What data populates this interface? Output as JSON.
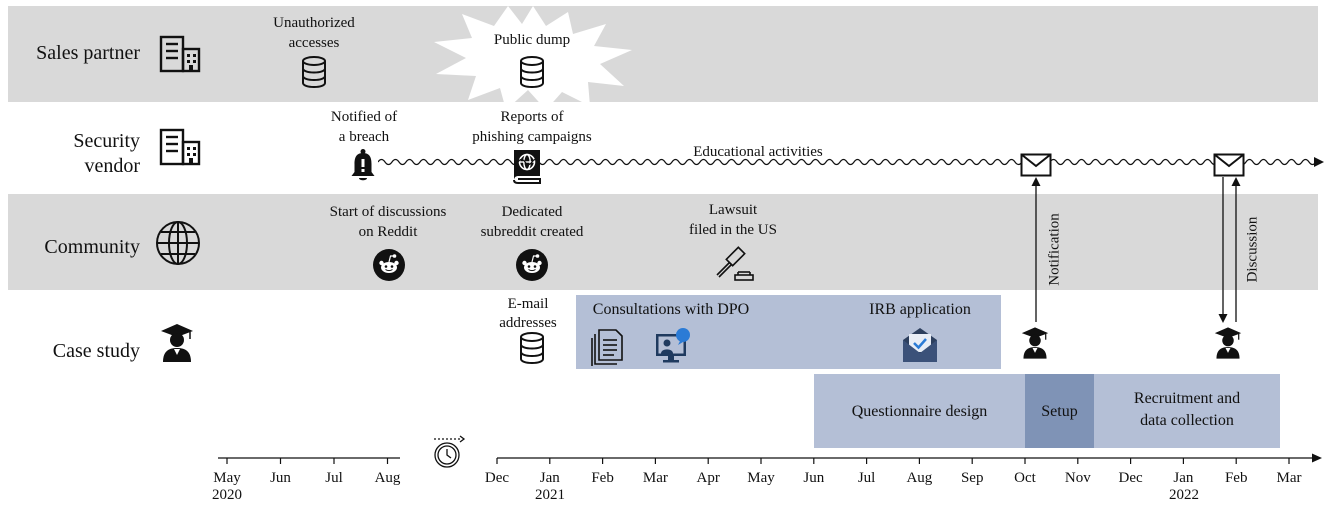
{
  "lanes": {
    "sales_partner": "Sales partner",
    "security_vendor_1": "Security",
    "security_vendor_2": "vendor",
    "community": "Community",
    "case_study": "Case study"
  },
  "events": {
    "unauthorized_1": "Unauthorized",
    "unauthorized_2": "accesses",
    "public_dump": "Public dump",
    "notified_1": "Notified of",
    "notified_2": "a breach",
    "phishing_1": "Reports of",
    "phishing_2": "phishing campaigns",
    "educational": "Educational activities",
    "reddit_start_1": "Start of discussions",
    "reddit_start_2": "on Reddit",
    "subreddit_1": "Dedicated",
    "subreddit_2": "subreddit created",
    "lawsuit_1": "Lawsuit",
    "lawsuit_2": "filed in the US",
    "email_1": "E-mail",
    "email_2": "addresses",
    "notification": "Notification",
    "discussion": "Discussion"
  },
  "phases": {
    "consultations": "Consultations with DPO",
    "irb": "IRB application",
    "questionnaire": "Questionnaire design",
    "setup": "Setup",
    "recruitment_1": "Recruitment and",
    "recruitment_2": "data collection"
  },
  "axis": {
    "months_left": [
      "May",
      "Jun",
      "Jul",
      "Aug"
    ],
    "months_right": [
      "Dec",
      "Jan",
      "Feb",
      "Mar",
      "Apr",
      "May",
      "Jun",
      "Jul",
      "Aug",
      "Sep",
      "Oct",
      "Nov",
      "Dec",
      "Jan",
      "Feb",
      "Mar"
    ],
    "year_2020": "2020",
    "year_2021": "2021",
    "year_2022": "2022"
  },
  "colors": {
    "lane_shade": "#d9d9d9",
    "phase_box": "#b4bfd6",
    "phase_box_dark": "#7f93b6",
    "icon_dark": "#1a1a1a"
  },
  "icons": {
    "building": "building-icon",
    "globe": "globe-icon",
    "graduate": "graduate-icon",
    "database": "database-icon",
    "bell": "bell-icon",
    "phishing_book": "phishing-book-icon",
    "reddit": "reddit-icon",
    "gavel": "gavel-icon",
    "document": "document-icon",
    "video_call": "video-call-icon",
    "envelope": "envelope-icon",
    "mail_check": "mail-check-icon",
    "clock_skip": "clock-skip-icon"
  }
}
